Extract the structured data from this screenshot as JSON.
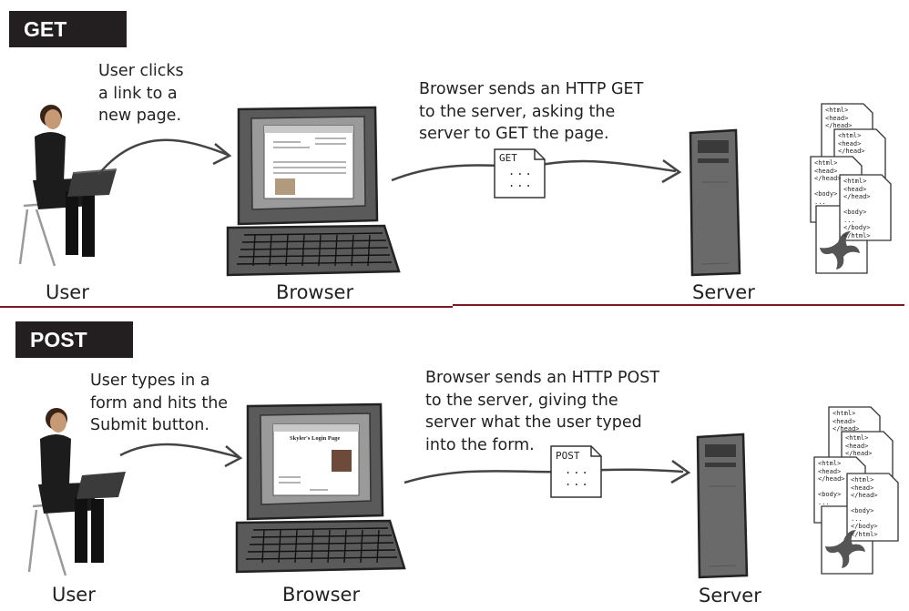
{
  "get": {
    "tag": "GET",
    "user_note": "User clicks\na link to a\nnew page.",
    "browser_note": "Browser sends an HTTP GET\nto the server, asking the\nserver to GET the page.",
    "request_label": "GET",
    "request_body": "...\n...",
    "user_caption": "User",
    "browser_caption": "Browser",
    "server_caption": "Server",
    "docs": [
      [
        "<html>",
        "<head>",
        "</head>"
      ],
      [
        "<html>",
        "<head>",
        "</head>"
      ],
      [
        "<html>",
        "<head>",
        "</head>",
        "",
        "<body>",
        "..."
      ],
      [
        "<html>",
        "<head>",
        "</head>",
        "",
        "<body>",
        "...",
        "</body>",
        "</html>"
      ]
    ]
  },
  "post": {
    "tag": "POST",
    "user_note": "User types in a\nform and hits the\nSubmit button.",
    "browser_note": "Browser sends an HTTP POST\nto the server, giving the\nserver what the user typed\ninto the form.",
    "request_label": "POST",
    "request_body": "...\n...",
    "screen_title": "Skyler's Login Page",
    "user_caption": "User",
    "browser_caption": "Browser",
    "server_caption": "Server",
    "docs": [
      [
        "<html>",
        "<head>",
        "</head>"
      ],
      [
        "<html>",
        "<head>",
        "</head>"
      ],
      [
        "<html>",
        "<head>",
        "</head>",
        "",
        "<body>",
        "..."
      ],
      [
        "<html>",
        "<head>",
        "</head>",
        "",
        "<body>",
        "...",
        "</body>",
        "</html>"
      ]
    ]
  },
  "colors": {
    "tag_bg": "#231f20",
    "divider": "#7a1a22",
    "ink": "#222222"
  }
}
